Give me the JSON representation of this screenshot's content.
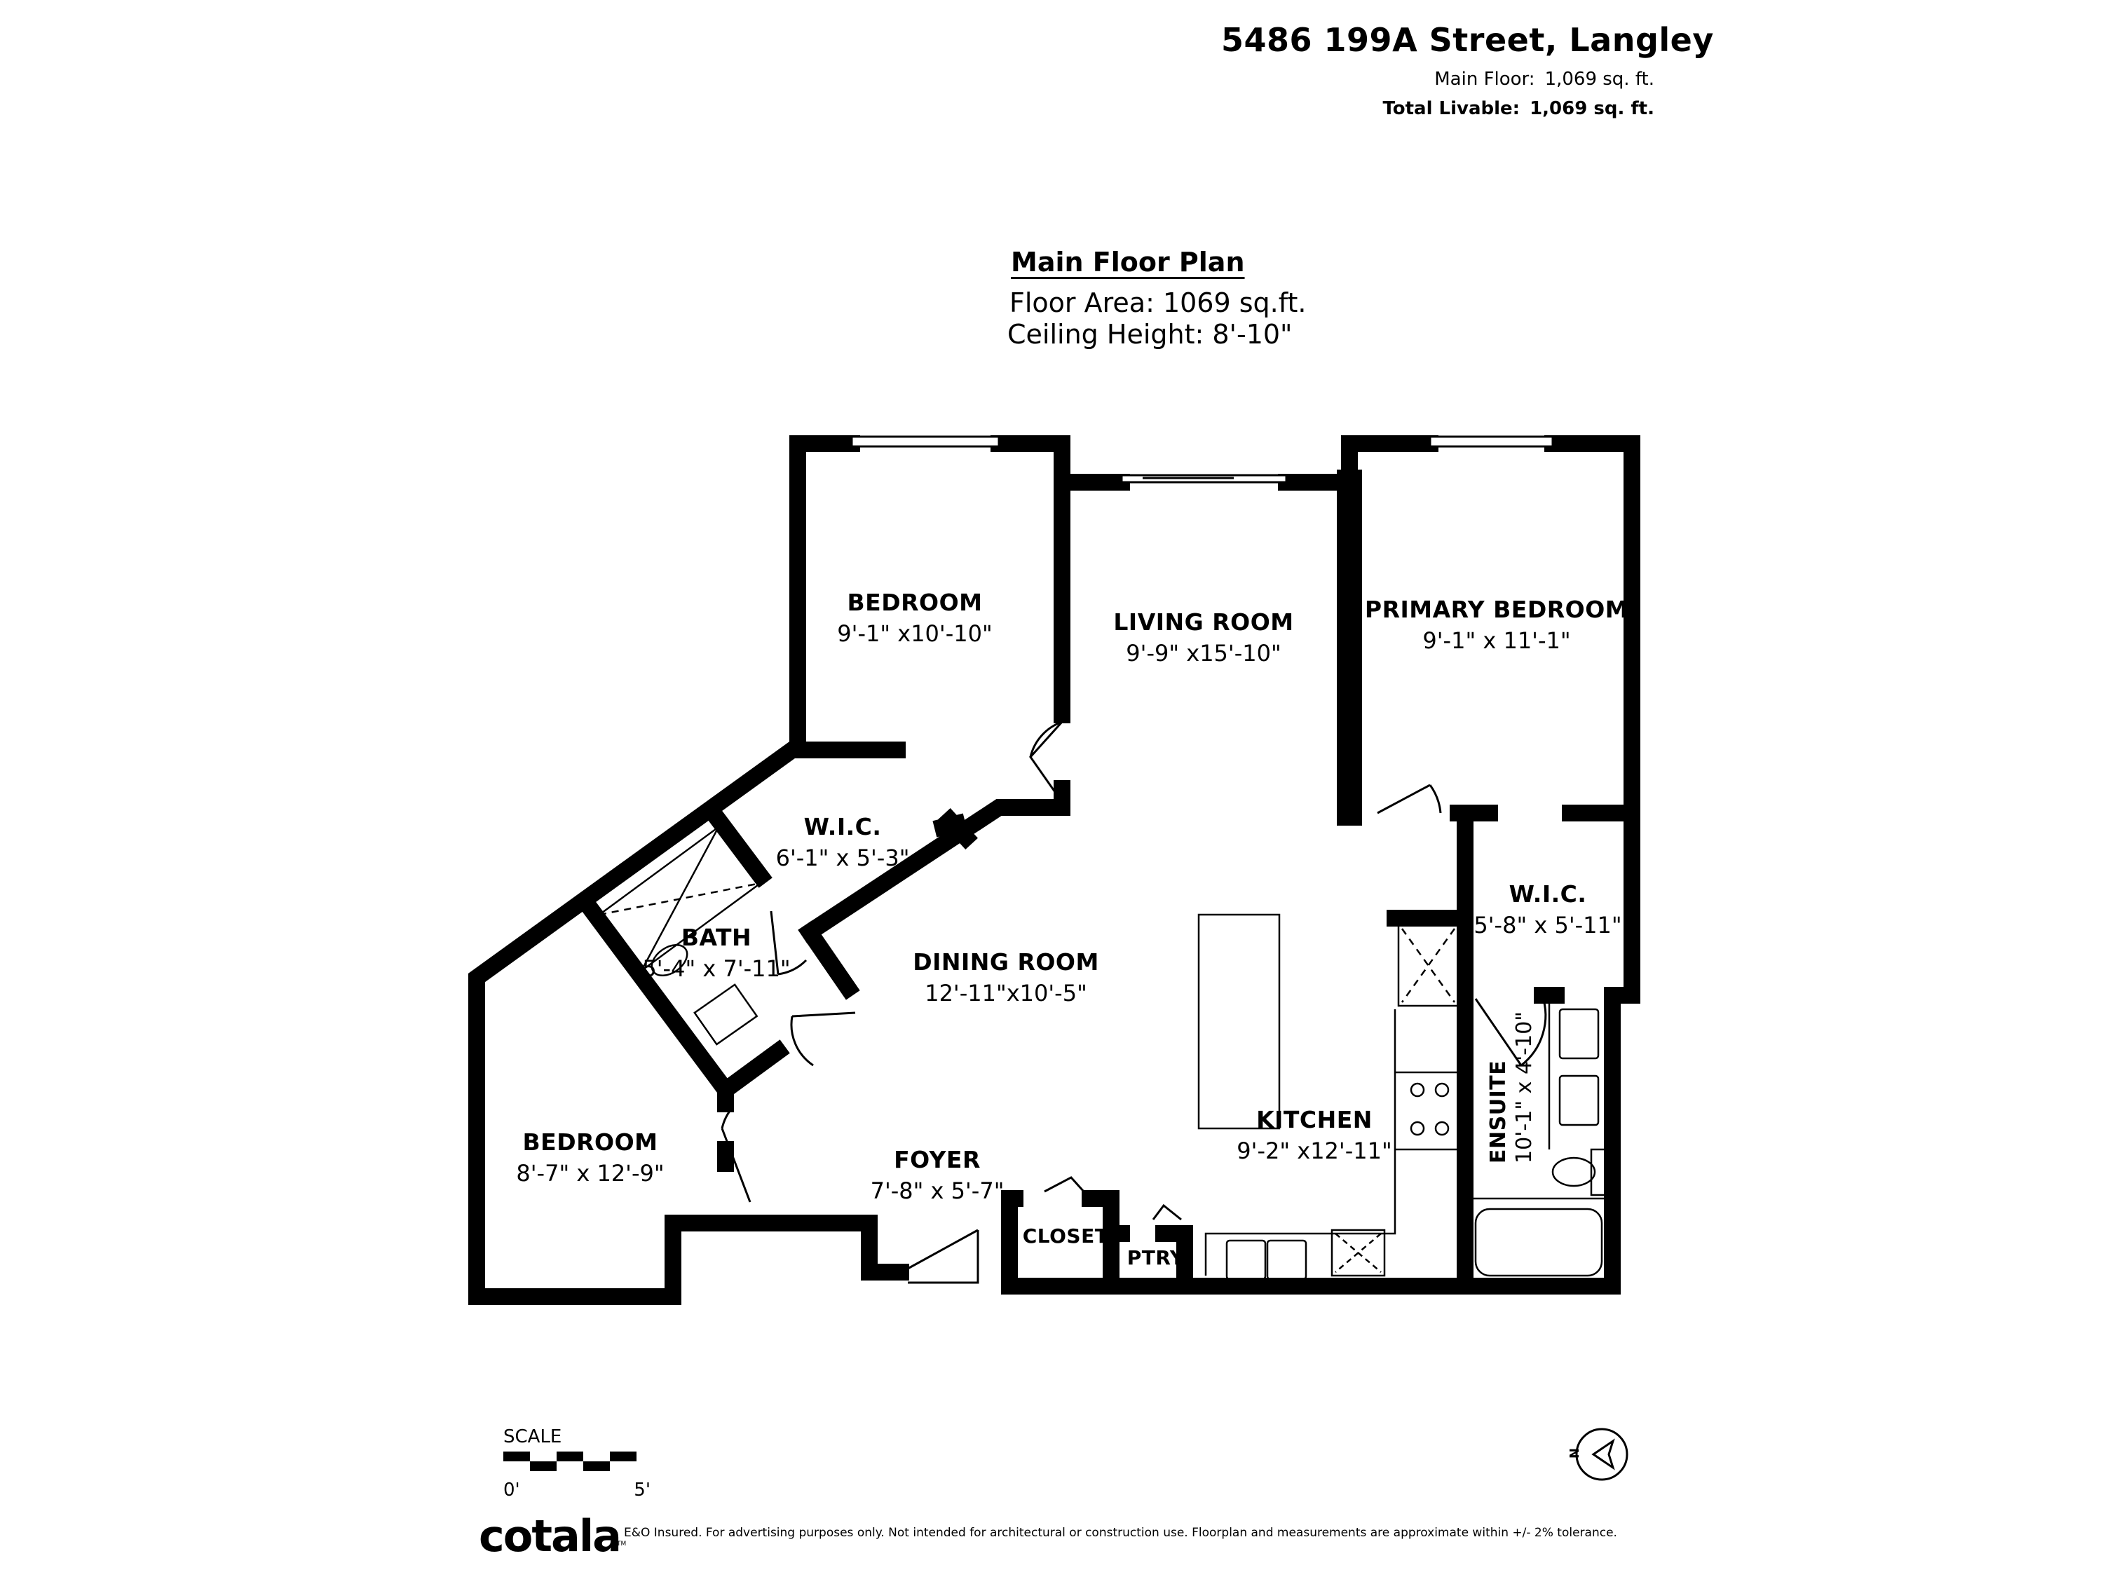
{
  "header": {
    "address": "5486 199A Street, Langley",
    "area_rows": [
      {
        "label": "Main Floor:",
        "value": "1,069 sq. ft.",
        "bold": false
      },
      {
        "label": "Total Livable:",
        "value": "1,069 sq. ft.",
        "bold": true
      }
    ]
  },
  "plan": {
    "title": "Main Floor Plan",
    "floor_area": "Floor Area: 1069 sq.ft.",
    "ceiling_height": "Ceiling Height: 8'-10\""
  },
  "rooms": [
    {
      "name": "BEDROOM",
      "dims": "9'-1\" x10'-10\""
    },
    {
      "name": "LIVING ROOM",
      "dims": "9'-9\" x15'-10\""
    },
    {
      "name": "PRIMARY BEDROOM",
      "dims": "9'-1\" x 11'-1\""
    },
    {
      "name": "W.I.C.",
      "dims": "6'-1\" x 5'-3\""
    },
    {
      "name": "W.I.C.",
      "dims": "5'-8\" x 5'-11\""
    },
    {
      "name": "BATH",
      "dims": "5'-4\" x 7'-11\""
    },
    {
      "name": "DINING ROOM",
      "dims": "12'-11\"x10'-5\""
    },
    {
      "name": "KITCHEN",
      "dims": "9'-2\" x12'-11\""
    },
    {
      "name": "ENSUITE",
      "dims": "10'-1\" x 4'-10\""
    },
    {
      "name": "BEDROOM",
      "dims": "8'-7\" x 12'-9\""
    },
    {
      "name": "FOYER",
      "dims": "7'-8\" x 5'-7\""
    },
    {
      "name": "CLOSET",
      "dims": ""
    },
    {
      "name": "PTRY.",
      "dims": ""
    }
  ],
  "scale": {
    "title": "SCALE",
    "start": "0'",
    "end": "5'"
  },
  "compass": {
    "icon": "north-arrow-icon",
    "label": "N"
  },
  "footer": {
    "brand": "cotala",
    "trademark": "TM",
    "disclaimer": "E&O Insured. For advertising purposes only. Not intended for architectural or construction use. Floorplan and measurements are approximate within +/- 2% tolerance."
  }
}
